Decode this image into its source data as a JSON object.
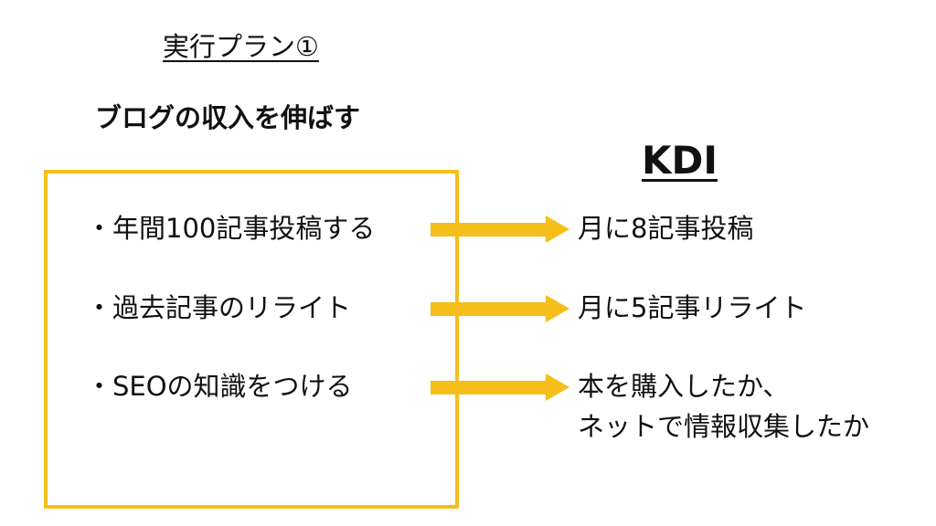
{
  "title": "実行プラン①",
  "goal": "ブログの収入を伸ばす",
  "kdi_label": "KDI",
  "accent_color": "#f5be1a",
  "rows": [
    {
      "action": "・年間100記事投稿する",
      "indicator": "月に8記事投稿"
    },
    {
      "action": "・過去記事のリライト",
      "indicator": "月に5記事リライト"
    },
    {
      "action": "・SEOの知識をつける",
      "indicator": "本を購入したか、\nネットで情報収集したか"
    }
  ],
  "icons": {
    "arrow": "arrow-right-icon"
  }
}
